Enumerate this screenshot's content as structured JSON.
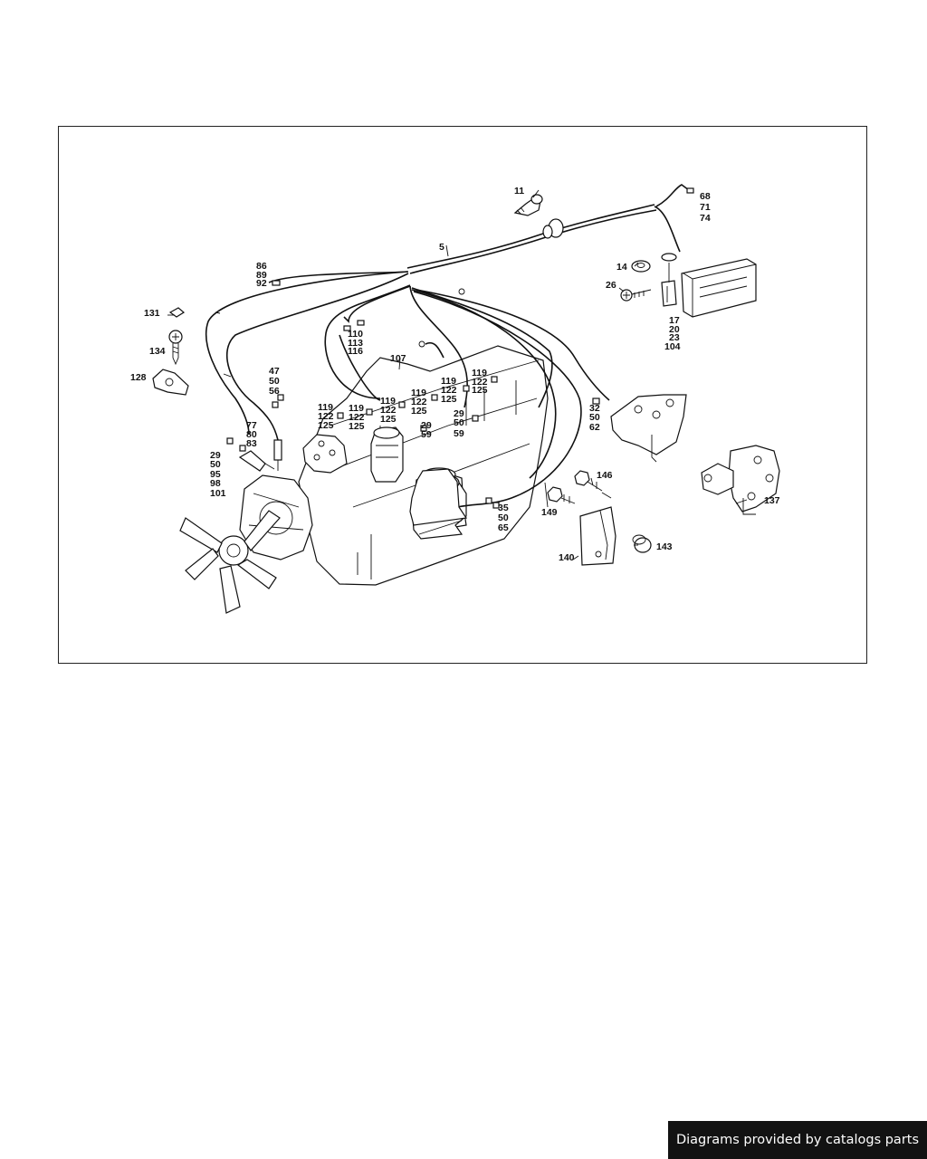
{
  "diagram": {
    "labels": {
      "l11": "11",
      "l5": "5",
      "l68": "68",
      "l71": "71",
      "l74": "74",
      "l86": "86",
      "l89": "89",
      "l92": "92",
      "l14": "14",
      "l26": "26",
      "l17": "17",
      "l20": "20",
      "l23": "23",
      "l104": "104",
      "l131": "131",
      "l134": "134",
      "l128": "128",
      "l110": "110",
      "l113": "113",
      "l116": "116",
      "l107": "107",
      "l47": "47",
      "l50a": "50",
      "l56": "56",
      "lA119": "119",
      "lA122": "122",
      "lA125": "125",
      "lB119": "119",
      "lB122": "122",
      "lB125": "125",
      "lC119": "119",
      "lC122": "122",
      "lC125": "125",
      "lD119": "119",
      "lD122": "122",
      "lD125": "125",
      "lE119": "119",
      "lE122": "122",
      "lE125": "125",
      "lF119": "119",
      "lF122": "122",
      "lF125": "125",
      "l32": "32",
      "l50b": "50",
      "l62": "62",
      "l29a": "29",
      "l50c": "50",
      "l59a": "59",
      "l29b": "29",
      "l59b": "59",
      "l77": "77",
      "l80": "80",
      "l83": "83",
      "l29c": "29",
      "l50d": "50",
      "l95": "95",
      "l98": "98",
      "l101": "101",
      "l146": "146",
      "l149": "149",
      "l35": "35",
      "l50e": "50",
      "l65": "65",
      "l137": "137",
      "l140": "140",
      "l143": "143"
    }
  },
  "footer": {
    "credit": "Diagrams provided by catalogs parts"
  }
}
